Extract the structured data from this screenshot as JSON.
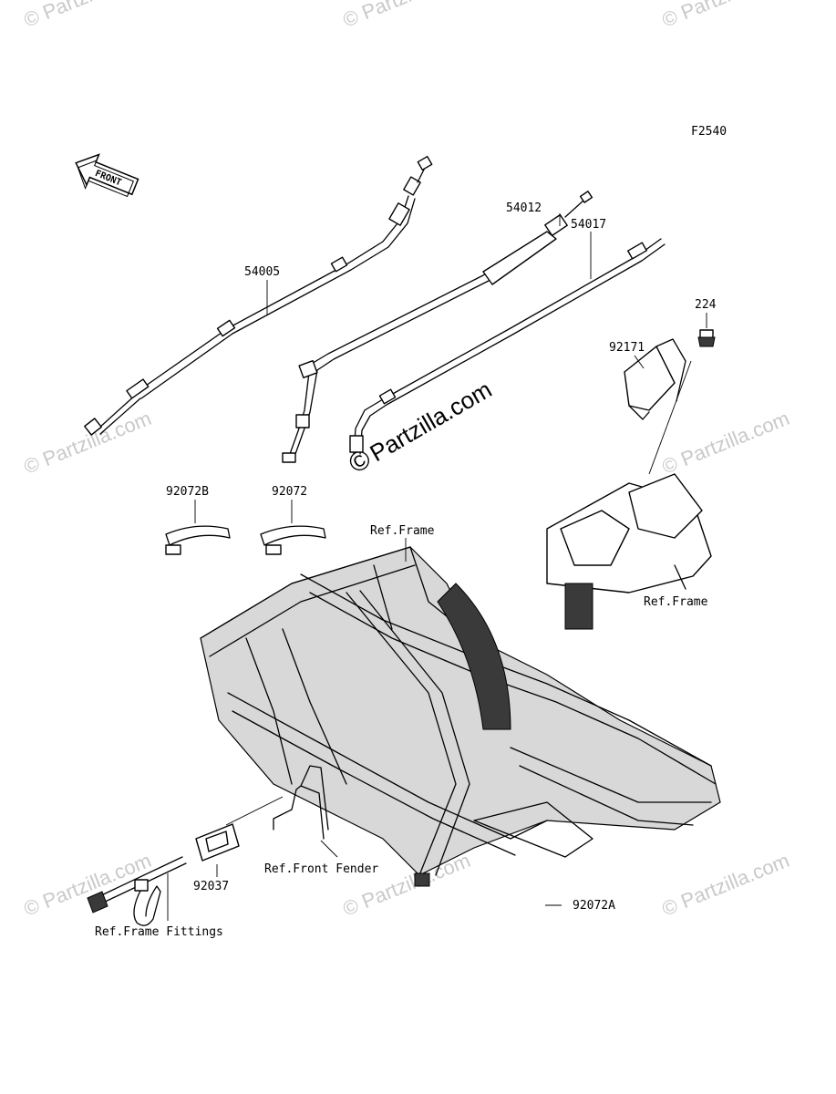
{
  "figure_code": "F2540",
  "front_label": "FRONT",
  "watermark": {
    "small": "© Partzilla.com",
    "large_symbol": "©",
    "large_text": "Partzilla.com"
  },
  "labels": {
    "cable_throttle": "54005",
    "cable_choke": "54012",
    "cable_brake": "54017",
    "bolt_224": "224",
    "bracket_92171": "92171",
    "band_92072b": "92072B",
    "band_92072": "92072",
    "band_92072a": "92072A",
    "plate_92037": "92037",
    "ref_frame_top": "Ref.Frame",
    "ref_frame_right": "Ref.Frame",
    "ref_front_fender": "Ref.Front Fender",
    "ref_frame_fittings": "Ref.Frame Fittings"
  }
}
